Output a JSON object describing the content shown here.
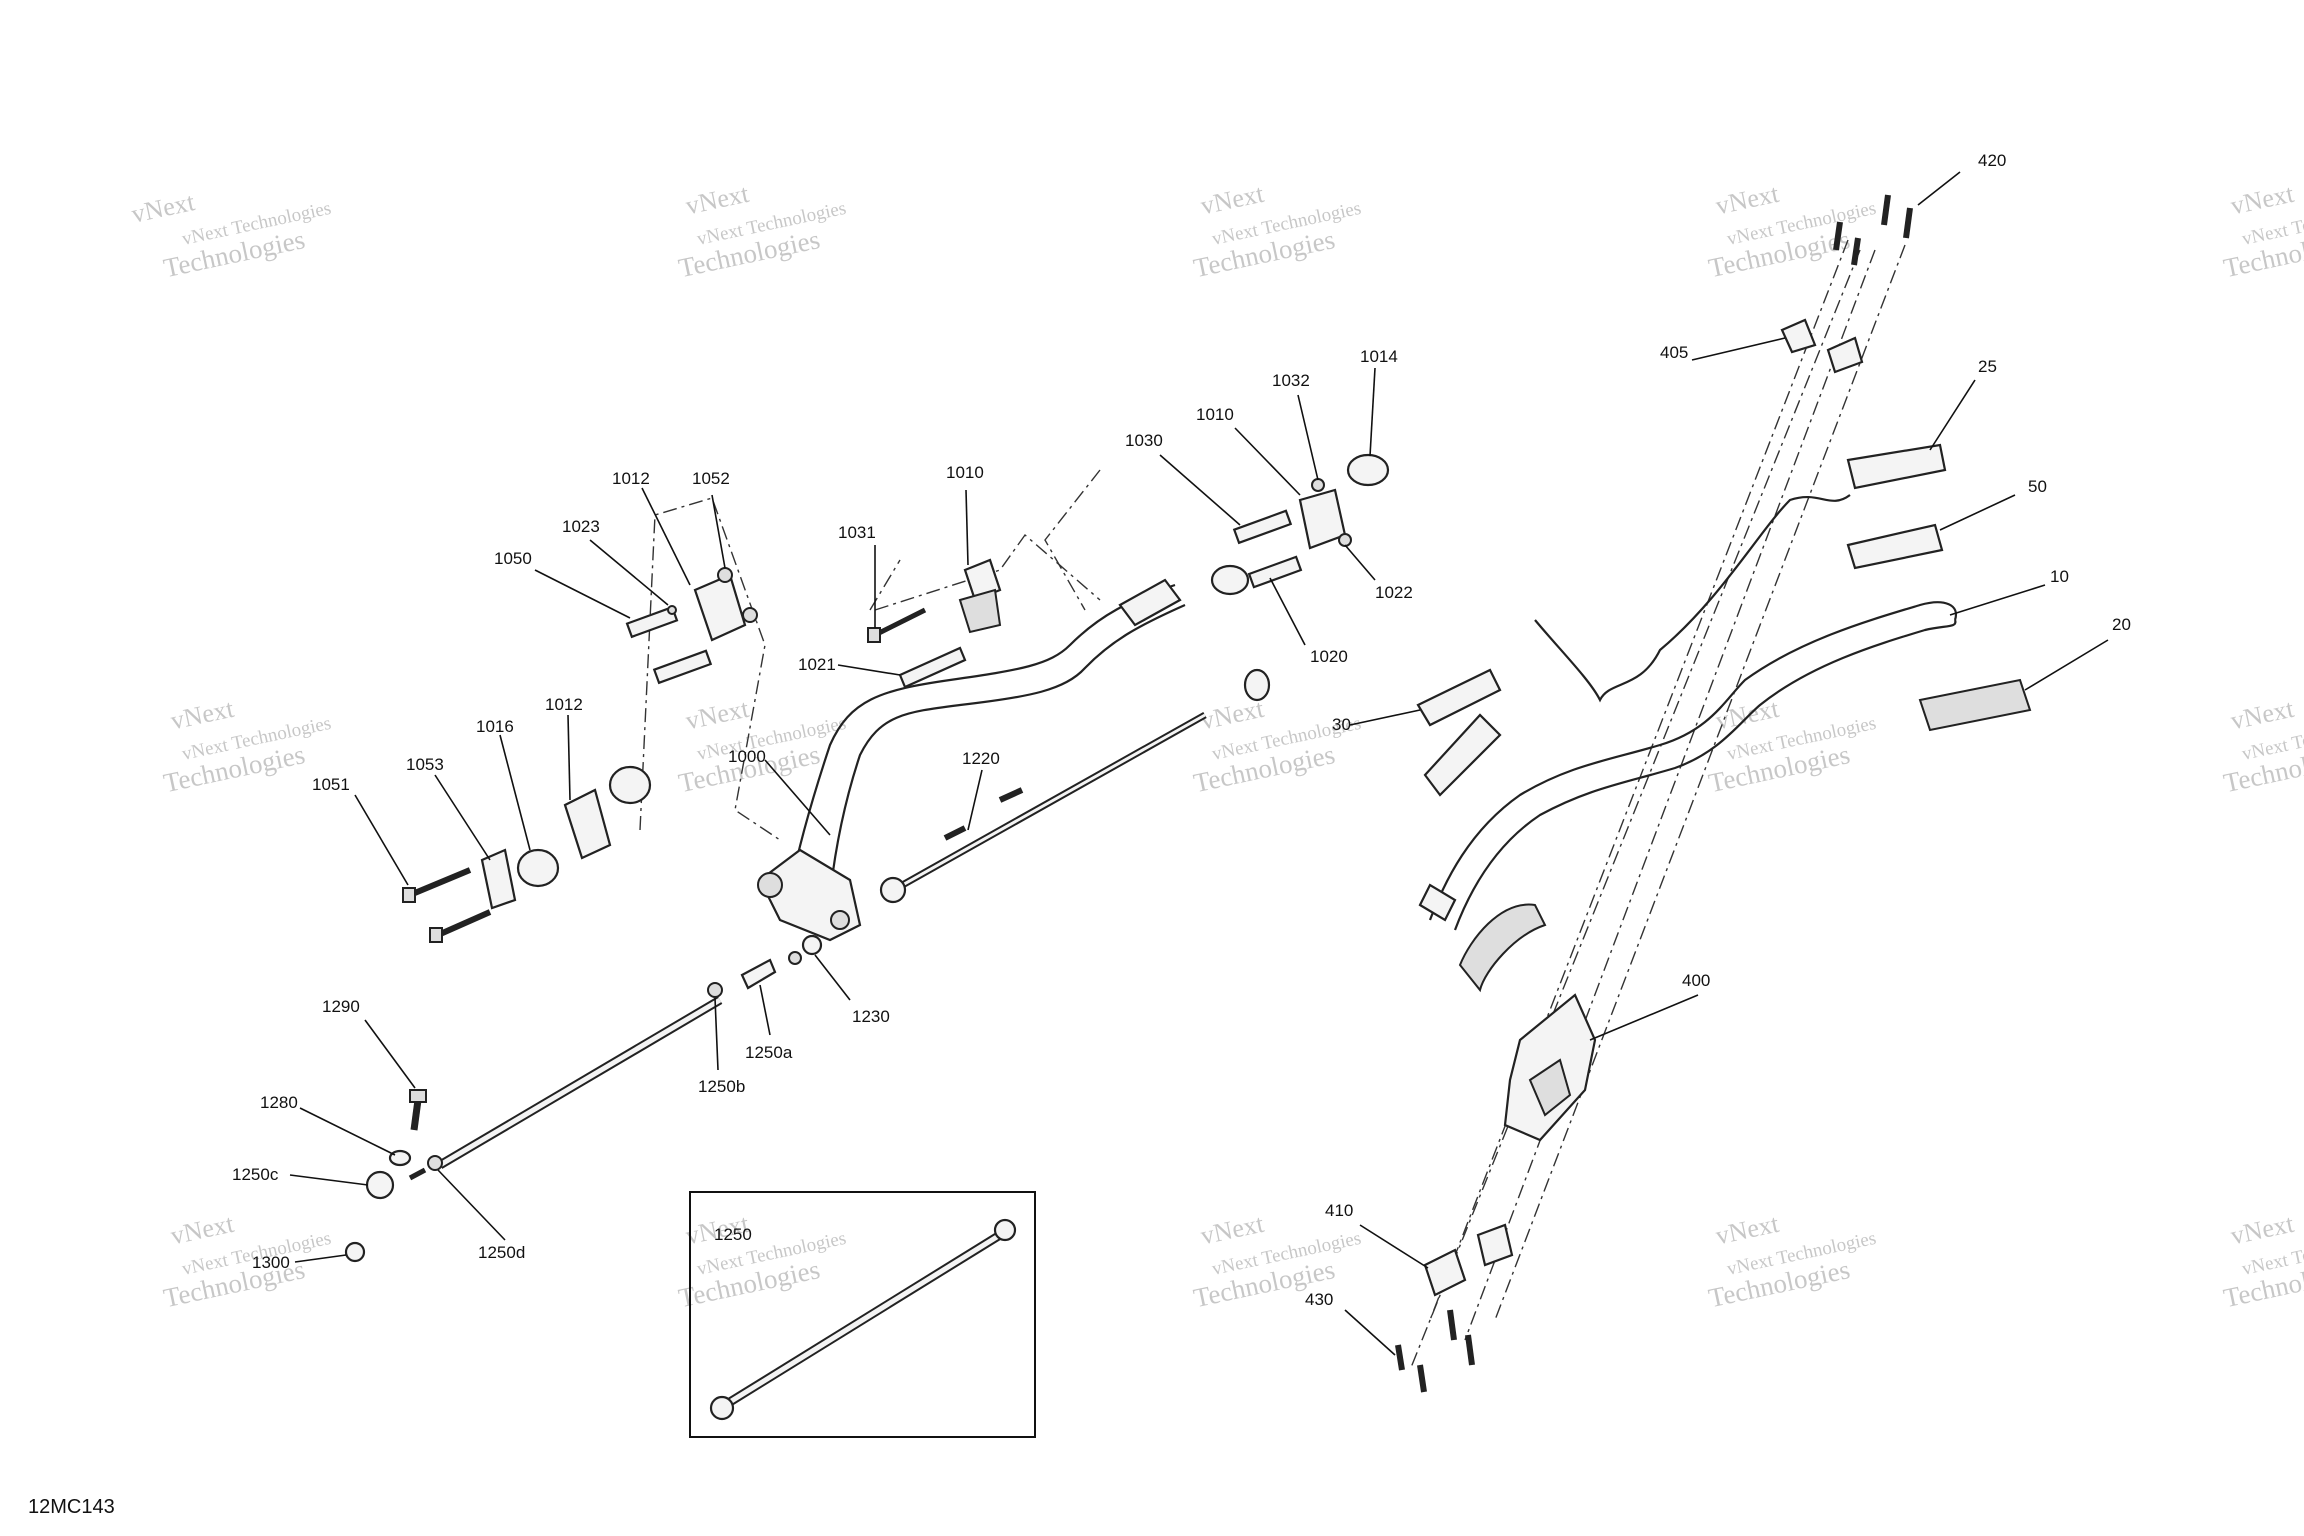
{
  "document_id": "12MC143",
  "watermark": {
    "line1": "vNext Technologies",
    "line2": "Technologies",
    "stamp": "vNext"
  },
  "inset": {
    "label": "1250"
  },
  "callouts": {
    "c420": "420",
    "c405": "405",
    "c25": "25",
    "c50": "50",
    "c10": "10",
    "c20": "20",
    "c30": "30",
    "c400": "400",
    "c410": "410",
    "c430": "430",
    "c1014": "1014",
    "c1032": "1032",
    "c1010a": "1010",
    "c1030": "1030",
    "c1010b": "1010",
    "c1022": "1022",
    "c1020": "1020",
    "c1031": "1031",
    "c1021": "1021",
    "c1012a": "1012",
    "c1052": "1052",
    "c1023": "1023",
    "c1050": "1050",
    "c1012b": "1012",
    "c1016": "1016",
    "c1053": "1053",
    "c1051": "1051",
    "c1000": "1000",
    "c1220": "1220",
    "c1230": "1230",
    "c1250a": "1250a",
    "c1250b": "1250b",
    "c1290": "1290",
    "c1280": "1280",
    "c1250c": "1250c",
    "c1300": "1300",
    "c1250d": "1250d"
  }
}
